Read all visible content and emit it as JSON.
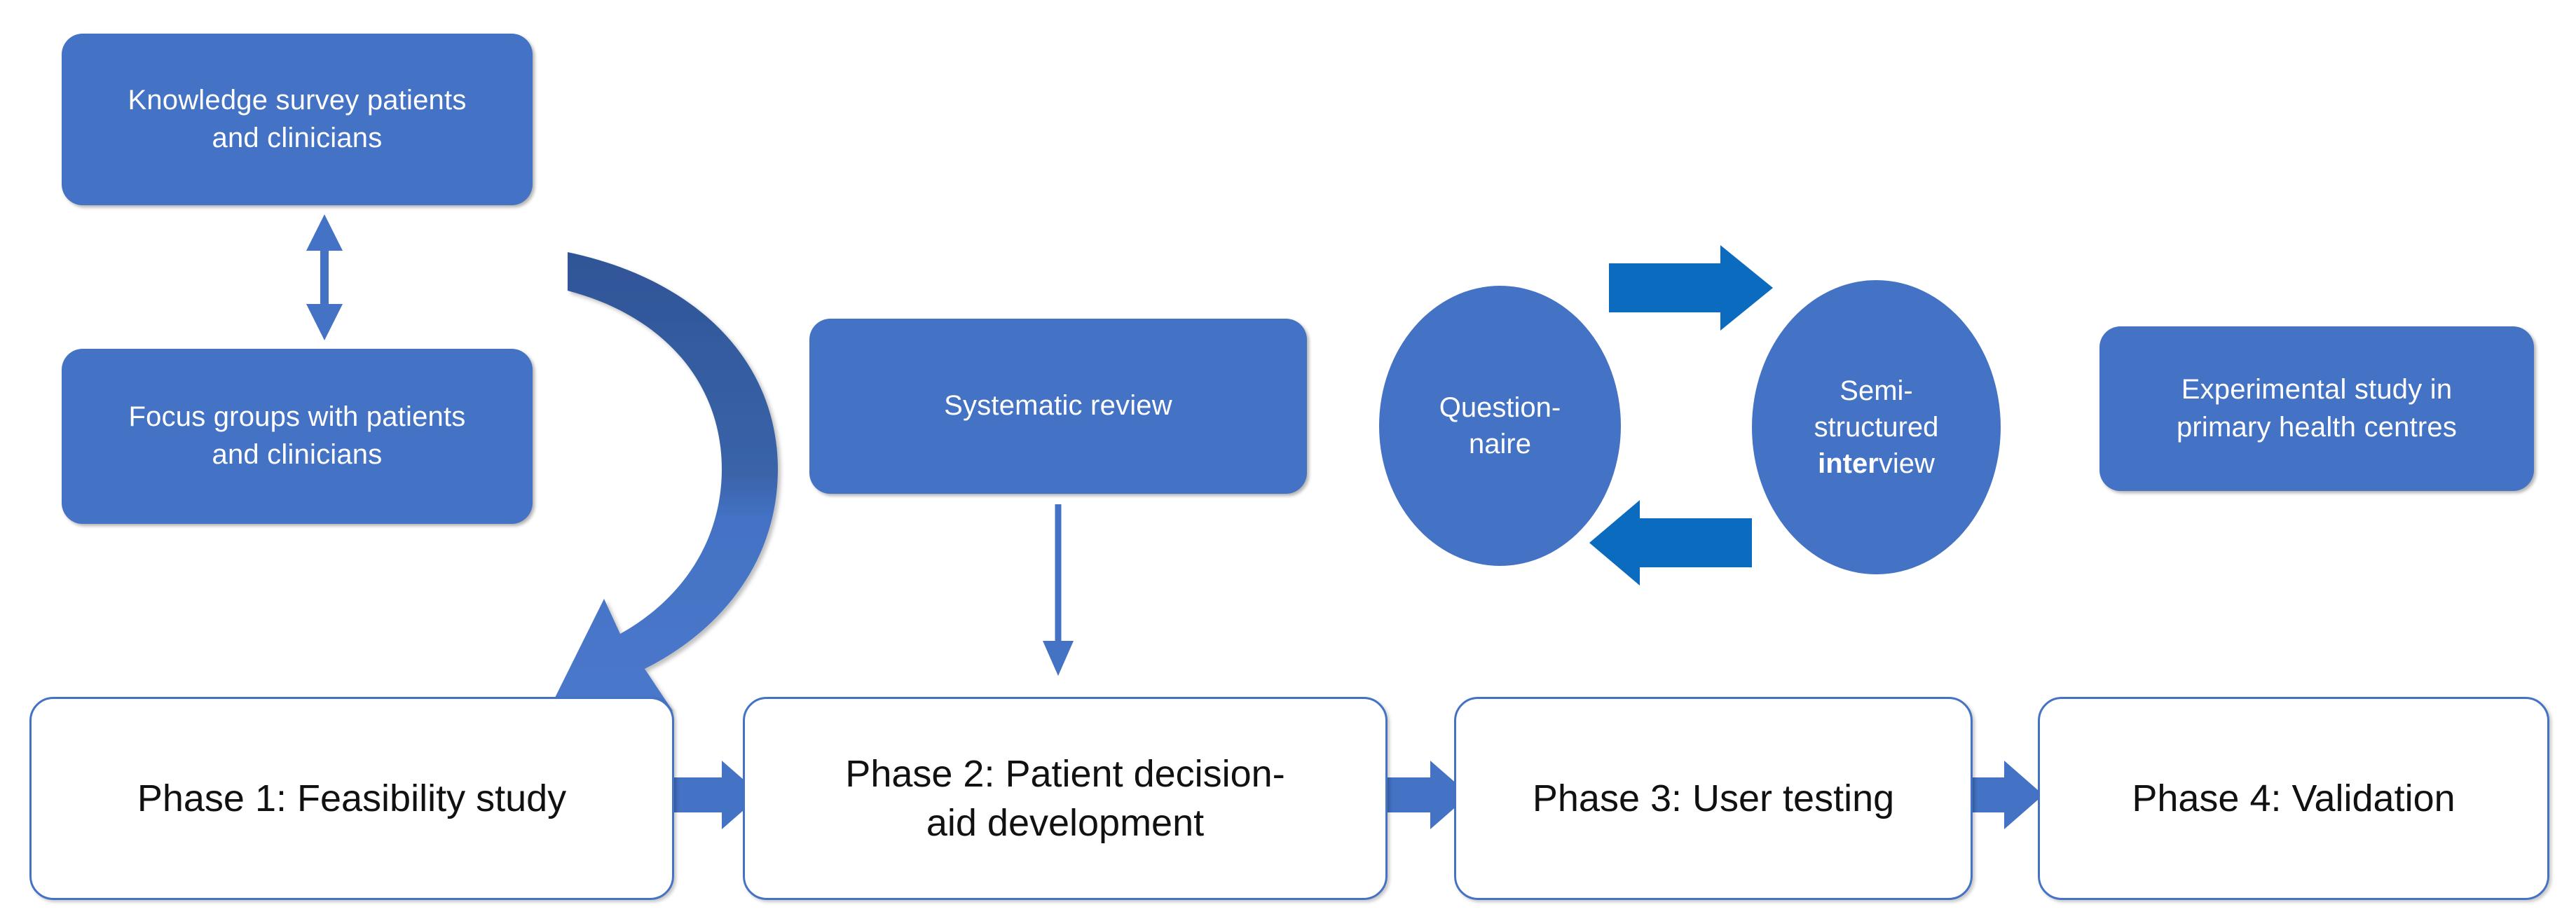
{
  "diagram": {
    "title": "Four-phase patient decision-aid study design",
    "colors": {
      "box_fill": "#4472C4",
      "box_text": "#FFFFFF",
      "phase_border": "#4472C4",
      "phase_fill": "#FFFFFF",
      "phase_text": "#111111",
      "arrow_blue": "#4472C4",
      "arrow_dark_blue": "#2F5597",
      "cycle_arrow_blue": "#0B6CBF",
      "background": "#FFFFFF"
    },
    "upper_nodes": [
      {
        "id": "knowledge-survey",
        "shape": "rounded-rect",
        "label": "Knowledge survey patients\nand clinicians"
      },
      {
        "id": "focus-groups",
        "shape": "rounded-rect",
        "label": "Focus groups with patients\nand clinicians"
      },
      {
        "id": "systematic-review",
        "shape": "rounded-rect",
        "label": "Systematic review"
      },
      {
        "id": "questionnaire",
        "shape": "ellipse",
        "label": "Question-\nnaire"
      },
      {
        "id": "semi-structured-interview",
        "shape": "ellipse",
        "label_line1": "Semi-",
        "label_line2": "structured",
        "label_line3_bold": "inter",
        "label_line3_rest": "view"
      },
      {
        "id": "experimental-study",
        "shape": "rounded-rect",
        "label": "Experimental study in\nprimary health centres"
      }
    ],
    "phases": [
      {
        "id": "phase-1",
        "label": "Phase 1: Feasibility study"
      },
      {
        "id": "phase-2",
        "label": "Phase 2: Patient decision-\naid development"
      },
      {
        "id": "phase-3",
        "label": "Phase 3: User testing"
      },
      {
        "id": "phase-4",
        "label": "Phase 4: Validation"
      }
    ],
    "connectors": [
      {
        "id": "knowledge-focus-double-arrow",
        "kind": "double-headed-vertical-arrow",
        "from": "focus-groups",
        "to": "knowledge-survey"
      },
      {
        "id": "qualitative-curved-arrow",
        "kind": "curved-arc-arrow",
        "from": "knowledge-and-focus-group-block",
        "to": "phase-1"
      },
      {
        "id": "systematic-review-to-phase2",
        "kind": "thin-vertical-arrow",
        "from": "systematic-review",
        "to": "phase-2"
      },
      {
        "id": "questionnaire-to-interview",
        "kind": "block-arrow-right",
        "from": "questionnaire",
        "to": "semi-structured-interview"
      },
      {
        "id": "interview-to-questionnaire",
        "kind": "block-arrow-left",
        "from": "semi-structured-interview",
        "to": "questionnaire"
      },
      {
        "id": "phase1-to-phase2",
        "kind": "block-arrow-right",
        "from": "phase-1",
        "to": "phase-2"
      },
      {
        "id": "phase2-to-phase3",
        "kind": "block-arrow-right",
        "from": "phase-2",
        "to": "phase-3"
      },
      {
        "id": "phase3-to-phase4",
        "kind": "block-arrow-right",
        "from": "phase-3",
        "to": "phase-4"
      }
    ]
  }
}
